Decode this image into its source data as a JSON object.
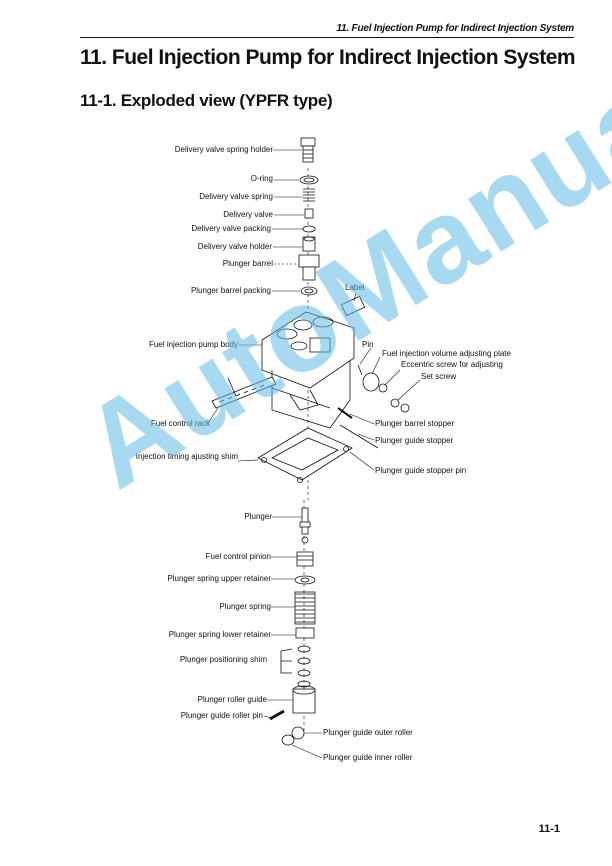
{
  "running_header": "11. Fuel Injection Pump for Indirect Injection System",
  "title": "11. Fuel Injection Pump for Indirect Injection System",
  "section_title": "11-1. Exploded view (YPFR type)",
  "watermark": "AutoManual",
  "page_number": "11-1",
  "labels": {
    "delivery_valve_spring_holder": "Delivery valve spring holder",
    "o_ring": "O-ring",
    "delivery_valve_spring": "Delivery valve spring",
    "delivery_valve": "Delivery valve",
    "delivery_valve_packing": "Delivery valve packing",
    "delivery_valve_holder": "Delivery valve holder",
    "plunger_barrel": "Plunger barrel",
    "plunger_barrel_packing": "Plunger barrel packing",
    "label": "Label",
    "fuel_injection_pump_body": "Fuel injection pump body",
    "pin": "Pin",
    "fuel_injection_volume_adjusting_plate": "Fuel injection volume adjusting plate",
    "eccentric_screw": "Eccentric screw for adjusting",
    "set_screw": "Set screw",
    "fuel_control_rack": "Fuel control rack",
    "plunger_barrel_stopper": "Plunger barrel stopper",
    "plunger_guide_stopper": "Plunger guide stopper",
    "injection_timing_shim": "Injection timing ajusting shim",
    "plunger_guide_stopper_pin": "Plunger guide stopper pin",
    "plunger": "Plunger",
    "fuel_control_pinion": "Fuel control pinion",
    "plunger_spring_upper_retainer": "Plunger spring upper retainer",
    "plunger_spring": "Plunger spring",
    "plunger_spring_lower_retainer": "Plunger spring lower retainer",
    "plunger_positioning_shim": "Plunger positioning shim",
    "plunger_roller_guide": "Plunger roller guide",
    "plunger_guide_roller_pin": "Plunger guide roller pin",
    "plunger_guide_outer_roller": "Plunger guide outer roller",
    "plunger_guide_inner_roller": "Plunger guide inner roller"
  }
}
